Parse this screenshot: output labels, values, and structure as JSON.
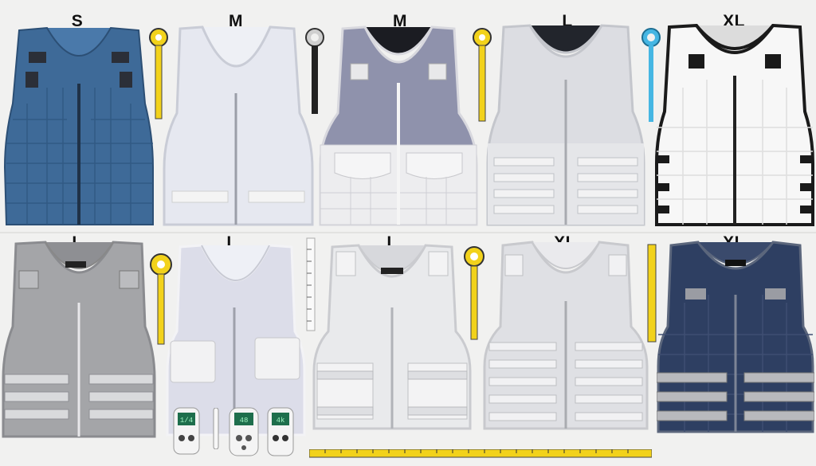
{
  "scene": {
    "background": "#f1f1f0"
  },
  "top_row": {
    "labels": [
      "S",
      "M",
      "M",
      "L",
      "XL"
    ],
    "vests": [
      {
        "name": "blue-quilted-vest",
        "color": "#3e6a98"
      },
      {
        "name": "white-mesh-vest",
        "color": "#e6e8f0"
      },
      {
        "name": "navy-mesh-white-panel-vest",
        "color": "#8f92ac"
      },
      {
        "name": "white-mesh-molle-vest",
        "color": "#dcdde2"
      },
      {
        "name": "white-quilted-black-trim-vest",
        "color": "#f7f7f7"
      }
    ]
  },
  "bottom_row": {
    "labels": [
      "L",
      "L",
      "L",
      "XL",
      "XL"
    ],
    "vests": [
      {
        "name": "gray-mesh-molle-vest",
        "color": "#a4a5a8"
      },
      {
        "name": "lavender-mesh-vest",
        "color": "#dcdde9"
      },
      {
        "name": "white-canvas-molle-vest",
        "color": "#e9eaec"
      },
      {
        "name": "white-molle-plate-vest",
        "color": "#dfe0e4"
      },
      {
        "name": "navy-quilted-vest",
        "color": "#2e3f62"
      }
    ]
  },
  "accessories": {
    "tape_color": "#f2d21b",
    "cable_color": "#45b6e3",
    "controllers": [
      "controller",
      "controller",
      "controller"
    ]
  }
}
